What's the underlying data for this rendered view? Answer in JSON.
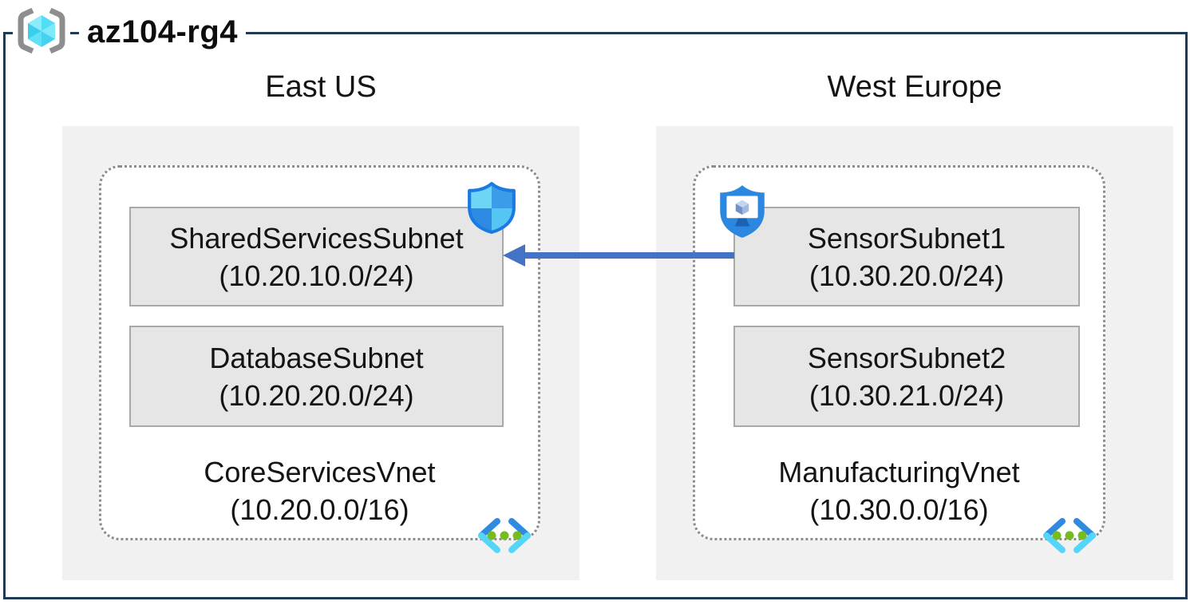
{
  "header": {
    "title": "az104-rg4",
    "icon": "resource-group-icon"
  },
  "regions": [
    {
      "name": "East US",
      "vnet_name": "CoreServicesVnet",
      "vnet_cidr": "(10.20.0.0/16)",
      "subnets": [
        {
          "name": "SharedServicesSubnet",
          "cidr": "(10.20.10.0/24)",
          "badge": "nsg-shield-icon"
        },
        {
          "name": "DatabaseSubnet",
          "cidr": "(10.20.20.0/24)",
          "badge": ""
        }
      ]
    },
    {
      "name": "West Europe",
      "vnet_name": "ManufacturingVnet",
      "vnet_cidr": "(10.30.0.0/16)",
      "subnets": [
        {
          "name": "SensorSubnet1",
          "cidr": "(10.30.20.0/24)",
          "badge": "security-monitor-shield-icon"
        },
        {
          "name": "SensorSubnet2",
          "cidr": "(10.30.21.0/24)",
          "badge": ""
        }
      ]
    }
  ],
  "connection": {
    "from": "SensorSubnet1",
    "to": "SharedServicesSubnet",
    "direction": "right-to-left",
    "color": "#4472C4"
  },
  "colors": {
    "outer_border": "#1F3A55",
    "region_fill": "#F1F1F1",
    "vnet_dotted_border": "#8C8C8C",
    "subnet_fill": "#E6E6E6",
    "subnet_border": "#A9A9A9",
    "arrow": "#4472C4",
    "vnet_icon_green": "#76BC21",
    "azure_blue": "#2E8BE0",
    "azure_cyan": "#55D5F7"
  }
}
